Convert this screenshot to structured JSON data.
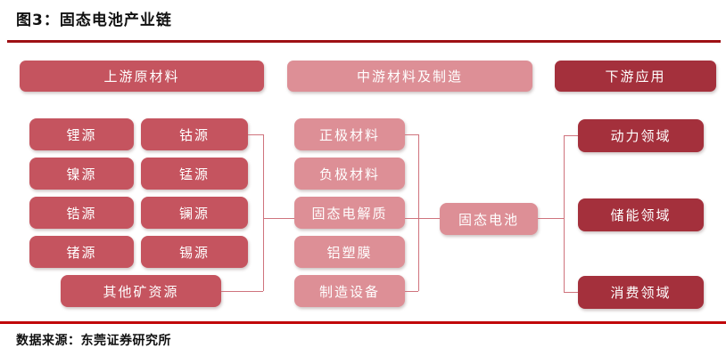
{
  "title": "图3：固态电池产业链",
  "source_note": "数据来源：东莞证券研究所",
  "headers": {
    "upstream": "上游原材料",
    "midstream": "中游材料及制造",
    "downstream": "下游应用"
  },
  "upstream": {
    "boxes": [
      "锂源",
      "钴源",
      "镍源",
      "锰源",
      "锆源",
      "镧源",
      "锗源",
      "锡源",
      "其他矿资源"
    ]
  },
  "midstream": {
    "boxes": [
      "正极材料",
      "负极材料",
      "固态电解质",
      "铝塑膜",
      "制造设备"
    ],
    "product": "固态电池"
  },
  "downstream": {
    "boxes": [
      "动力领域",
      "储能领域",
      "消费领域"
    ]
  },
  "colors": {
    "upstream_red": "#c5545f",
    "midstream_pink": "#dd8f96",
    "downstream_dark_red": "#a4303c",
    "connector": "#cf737d",
    "top_rule": "#9e1014",
    "bottom_rule": "#c00408"
  }
}
